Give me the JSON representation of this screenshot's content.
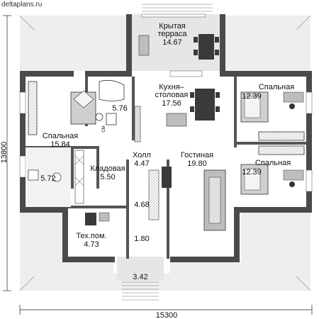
{
  "watermark": "deltaplans.ru",
  "dimensions": {
    "width": "15300",
    "height": "13800"
  },
  "rooms": {
    "terrace_name_1": "Крытая",
    "terrace_name_2": "терраса",
    "terrace_area": "14.67",
    "kitchen_name_1": "Кухня–",
    "kitchen_name_2": "столовая",
    "kitchen_area": "17.56",
    "bedroom_main_name": "Спальная",
    "bedroom_main_area": "15.84",
    "bathroom_area": "5.76",
    "bedroom_ne_name": "Спальная",
    "bedroom_ne_area": "12.39",
    "bedroom_se_name": "Спальная",
    "bedroom_se_area": "12.39",
    "hall_name": "Холл",
    "hall_area": "4.47",
    "living_name": "Гостиная",
    "living_area": "19.80",
    "pantry_name": "Кладовая",
    "pantry_area": "5.50",
    "wc_area": "5.72",
    "corridor_area": "4.68",
    "tech_name": "Тех.пом.",
    "tech_area": "4.73",
    "vestibule_area": "1.80",
    "porch_area": "3.42"
  },
  "fixture_labels": {
    "washer": "СМ"
  }
}
